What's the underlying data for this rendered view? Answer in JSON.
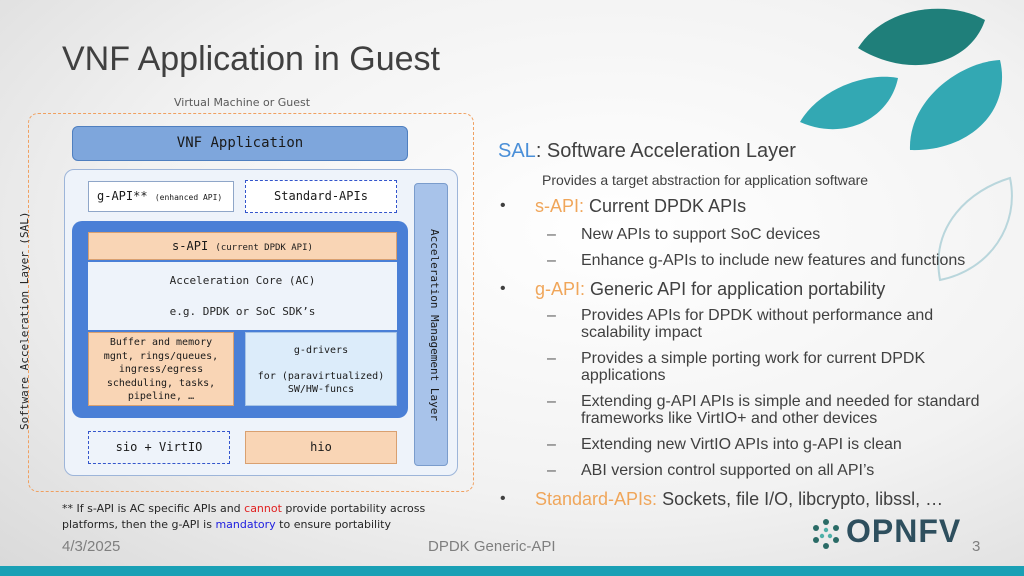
{
  "slide": {
    "title": "VNF Application in Guest",
    "vm_label": "Virtual Machine or Guest",
    "sal_vertical": "Software Acceleration Layer (SAL)",
    "vnf_app": "VNF Application",
    "g_api_main": "g-API**",
    "g_api_small": "(enhanced API)",
    "standard_apis": "Standard-APIs",
    "s_api_main": "s-API",
    "s_api_small": "(current DPDK API)",
    "acceleration_core": "Acceleration Core (AC)",
    "eg_sdk": "e.g. DPDK or SoC SDK’s",
    "buffer_lines": [
      "Buffer and memory",
      "mgnt, rings/queues,",
      "ingress/egress",
      "scheduling, tasks,",
      "pipeline, …"
    ],
    "g_drivers": "g-drivers",
    "g_drivers_for": "for (paravirtualized)",
    "g_drivers_funcs": "SW/HW-funcs",
    "sio": "sio + VirtIO",
    "hio": "hio",
    "aml": "Acceleration Management Layer",
    "footnote": {
      "p1": "** If s-API is AC specific APIs and ",
      "cannot": "cannot",
      "p2": " provide portability across",
      "p3": "platforms, then the g-API is ",
      "mandatory": "mandatory",
      "p4": " to ensure portability"
    },
    "date": "4/3/2025",
    "footer_title": "DPDK Generic-API",
    "page_number": "3",
    "logo_text": "OPNFV"
  },
  "right": {
    "sal_abbr": "SAL",
    "sal_rest": ": Software Acceleration Layer",
    "provides": "Provides a target abstraction for application software",
    "bullet_char": "•",
    "dash_char": "–",
    "s_api_label": "s-API:",
    "s_api_text": "Current DPDK APIs",
    "s_api_sub": [
      "New APIs to support SoC devices",
      "Enhance g-APIs to include new features and functions"
    ],
    "g_api_label": "g-API:",
    "g_api_text": "Generic API for application portability",
    "g_api_sub": [
      [
        "Provides APIs for DPDK without performance and",
        "scalability impact"
      ],
      [
        "Provides a simple porting work for current DPDK",
        "applications"
      ],
      [
        "Extending g-API APIs is simple and needed for standard",
        "frameworks like VirtIO+ and other devices"
      ],
      [
        "Extending new VirtIO APIs into g-API is clean"
      ],
      [
        "ABI version control supported on all API’s"
      ]
    ],
    "std_label": "Standard-APIs:",
    "std_text": "Sockets, file I/O, libcrypto, libssl, …"
  },
  "colors": {
    "accent_blue": "#4a8fd8",
    "accent_orange": "#f0a65a",
    "leaf_teal_dark": "#1f7f7a",
    "leaf_teal": "#33a8b3",
    "bottom_bar": "#1aa0b5"
  }
}
